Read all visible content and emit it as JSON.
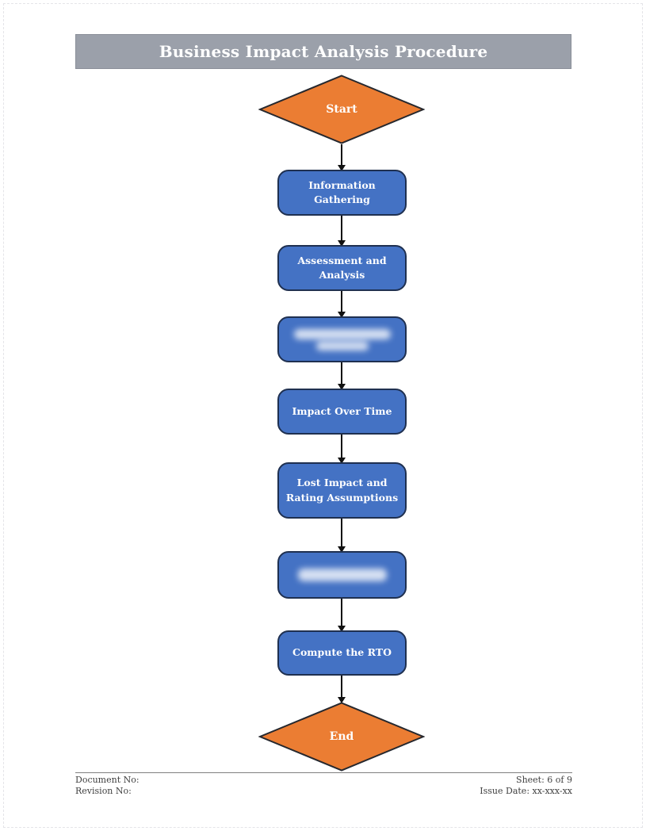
{
  "header": {
    "title": "Business Impact Analysis Procedure"
  },
  "flow": {
    "start_label": "Start",
    "end_label": "End",
    "boxes": [
      {
        "label": "Information Gathering",
        "redacted": false
      },
      {
        "label": "Assessment and Analysis",
        "redacted": false
      },
      {
        "label": "",
        "redacted": true
      },
      {
        "label": "Impact Over Time",
        "redacted": false
      },
      {
        "label": "Lost Impact and Rating Assumptions",
        "redacted": false
      },
      {
        "label": "",
        "redacted": true
      },
      {
        "label": "Compute the RTO",
        "redacted": false
      }
    ]
  },
  "footer": {
    "document_no": "Document No:",
    "revision_no": "Revision No:",
    "sheet": "Sheet: 6 of 9",
    "issue_date": "Issue Date: xx-xxx-xx"
  },
  "colors": {
    "header_gray": "#9BA0AA",
    "box_blue": "#4472C4",
    "box_border": "#1F3050",
    "diamond_orange": "#EB7D33",
    "border_dark": "#26282E"
  }
}
